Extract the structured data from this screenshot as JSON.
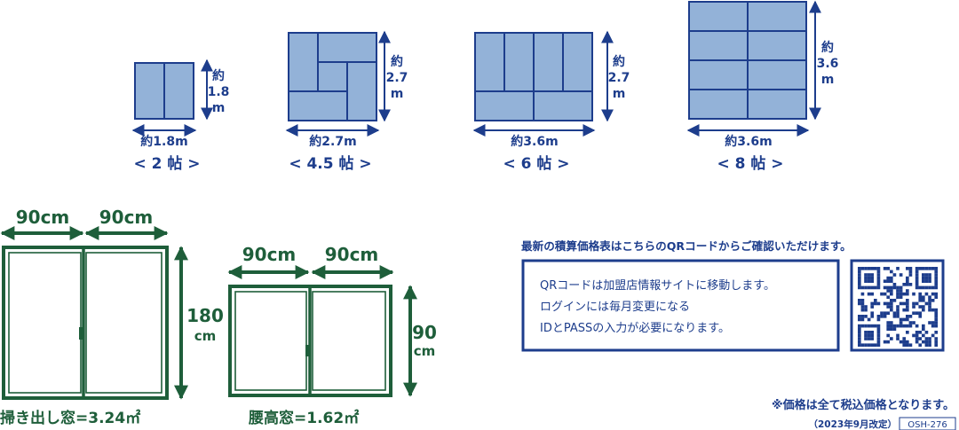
{
  "rooms": [
    {
      "width_label": "約1.8m",
      "height_label": [
        "約",
        "1.8",
        "m"
      ],
      "name": "< 2 帖 >"
    },
    {
      "width_label": "約2.7m",
      "height_label": [
        "約",
        "2.7",
        "m"
      ],
      "name": "< 4.5 帖 >"
    },
    {
      "width_label": "約3.6m",
      "height_label": [
        "約",
        "2.7",
        "m"
      ],
      "name": "< 6 帖 >"
    },
    {
      "width_label": "約3.6m",
      "height_label": [
        "約",
        "3.6",
        "m"
      ],
      "name": "< 8 帖 >"
    }
  ],
  "windows": [
    {
      "pane_width_label": "90cm",
      "height_label": [
        "180",
        "cm"
      ],
      "caption": "掃き出し窓=3.24㎡"
    },
    {
      "pane_width_label": "90cm",
      "height_label": [
        "90",
        "cm"
      ],
      "caption": "腰高窓=1.62㎡"
    }
  ],
  "qr_section": {
    "heading": "最新の積算価格表はこちらのQRコードからご確認いただけます。",
    "lines": [
      "QRコードは加盟店情報サイトに移動します。",
      "ログインには毎月変更になる",
      "IDとPASSの入力が必要になります。"
    ]
  },
  "footer": {
    "tax_note": "※価格は全て税込価格となります。",
    "revision": "（2023年9月改定）",
    "code": "OSH-276"
  },
  "colors": {
    "navy": "#1d3d8c",
    "tatami": "#93b2d8",
    "green": "#1e5e3a"
  }
}
